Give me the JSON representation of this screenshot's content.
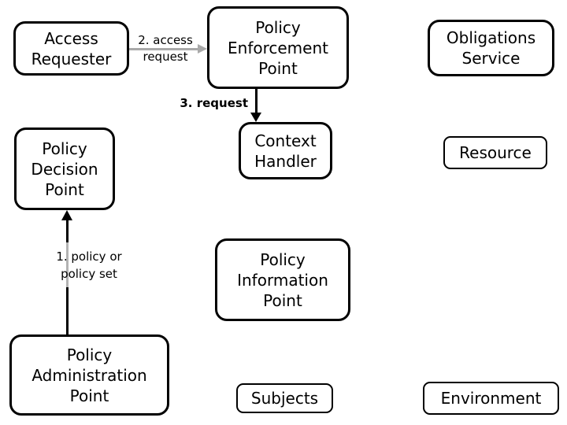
{
  "nodes": [
    {
      "id": "access-requester",
      "label": "Access\nRequester"
    },
    {
      "id": "policy-enforcement-point",
      "label": "Policy\nEnforcement\nPoint"
    },
    {
      "id": "obligations-service",
      "label": "Obligations\nService"
    },
    {
      "id": "policy-decision-point",
      "label": "Policy\nDecision\nPoint"
    },
    {
      "id": "context-handler",
      "label": "Context\nHandler"
    },
    {
      "id": "resource",
      "label": "Resource"
    },
    {
      "id": "policy-information-point",
      "label": "Policy\nInformation\nPoint"
    },
    {
      "id": "policy-administration-point",
      "label": "Policy\nAdministration\nPoint"
    },
    {
      "id": "subjects",
      "label": "Subjects"
    },
    {
      "id": "environment",
      "label": "Environment"
    }
  ],
  "arrows": [
    {
      "id": "access-request",
      "label": "2. access\nrequest",
      "from": "access-requester",
      "to": "policy-enforcement-point",
      "direction": "right",
      "color": "#a9a9a9"
    },
    {
      "id": "request",
      "label": "3. request",
      "from": "policy-enforcement-point",
      "to": "context-handler",
      "direction": "down",
      "color": "#000000"
    },
    {
      "id": "policy",
      "label": "1. policy or\npolicy set",
      "from": "policy-administration-point",
      "to": "policy-decision-point",
      "direction": "up",
      "color": "#000000"
    }
  ],
  "colors": {
    "background": "#ffffff",
    "node_fill": "#ffffff",
    "node_border": "#000000",
    "text": "#000000",
    "gray_arrow": "#a9a9a9"
  }
}
